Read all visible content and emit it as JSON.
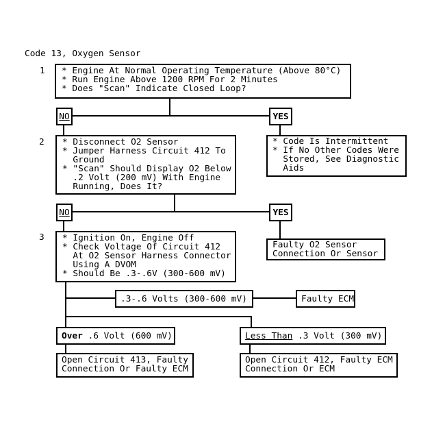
{
  "title": "Code 13, Oxygen Sensor",
  "colors": {
    "ink": "#000000",
    "paper": "#ffffff"
  },
  "step1": {
    "number": "1",
    "text": "* Engine At Normal Operating Temperature (Above 80°C)\n* Run Engine Above 1200 RPM For 2 Minutes\n* Does \"Scan\" Indicate Closed Loop?"
  },
  "decision1": {
    "no": "NO",
    "yes": "YES"
  },
  "step2": {
    "number": "2",
    "text": "* Disconnect O2 Sensor\n* Jumper Harness Circuit 412 To\n  Ground\n* \"Scan\" Should Display O2 Below\n  .2 Volt (200 mV) With Engine\n  Running, Does It?"
  },
  "intermittent_result": {
    "text": "* Code Is Intermittent\n* If No Other Codes Were\n  Stored, See Diagnostic\n  Aids"
  },
  "decision2": {
    "no": "NO",
    "yes": "YES"
  },
  "step3": {
    "number": "3",
    "text": "* Ignition On, Engine Off\n* Check Voltage Of Circuit 412\n  At O2 Sensor Harness Connector\n  Using A DVOM\n* Should Be .3-.6V (300-600 mV)"
  },
  "faulty_o2_result": {
    "text": "Faulty O2 Sensor\nConnection Or Sensor"
  },
  "voltage_ok": {
    "text": ".3-.6 Volts (300-600 mV)"
  },
  "faulty_ecm_result": {
    "text": "Faulty ECM"
  },
  "over_voltage": {
    "emphasis": "Over",
    "rest": " .6 Volt (600 mV)"
  },
  "under_voltage": {
    "emphasis": "Less Than",
    "rest": " .3 Volt (300 mV)"
  },
  "open_413_result": {
    "text": "Open Circuit 413, Faulty\nConnection Or Faulty ECM"
  },
  "open_412_result": {
    "text": "Open Circuit 412, Faulty ECM\nConnection Or ECM"
  }
}
